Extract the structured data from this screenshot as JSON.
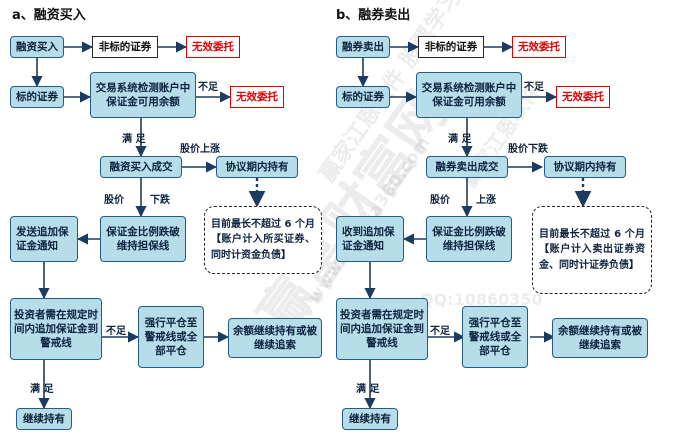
{
  "watermark": {
    "brand": "赢富财富网",
    "wm_top": "赢家江恩软件 股票学习网",
    "wm_right": "赢家江恩软件",
    "url": "www.yingjia360.com",
    "qq": "QQ:10860350"
  },
  "a": {
    "title": "a、融资买入",
    "n1": "融资买入",
    "n2": "非标的证券",
    "n3": "无效委托",
    "n4": "标的证券",
    "n5": "交易系统检测账户中保证金可用余额",
    "n6": "无效委托",
    "n7": "融资买入成交",
    "n8": "协议期内持有",
    "n9": "目前最长不超过 6 个月【账户计入所买证券、同时计资金负债】",
    "n10": "保证金比例跌破维持担保线",
    "n11": "发送追加保证金通知",
    "n12": "投资者需在规定时间内追加保证金到警戒线",
    "n13": "强行平仓至警戒线或全部平仓",
    "n14": "余额继续持有或被继续追索",
    "n15": "继续持有",
    "l_bz": "不足",
    "l_zu": "满 足",
    "l_up": "股价上涨",
    "l_jia": "股价",
    "l_down": "下跌",
    "l_bz2": "不足",
    "l_zu2": "满 足"
  },
  "b": {
    "title": "b、融券卖出",
    "n1": "融券卖出",
    "n2": "非标的证券",
    "n3": "无效委托",
    "n4": "标的证券",
    "n5": "交易系统检测账户中保证金可用余额",
    "n6": "无效委托",
    "n7": "融券卖出成交",
    "n8": "协议期内持有",
    "n9": "目前最长不超过 6 个月【账户计入卖出证券资金、同时计证券负债】",
    "n10": "保证金比例跌破维持担保线",
    "n11": "收到追加保证金通知",
    "n12": "投资者需在规定时间内追加保证金到警戒线",
    "n13": "强行平仓至警戒线或全部平仓",
    "n14": "余额继续持有或被继续追索",
    "n15": "继续持有",
    "l_bz": "不足",
    "l_zu": "满 足",
    "l_up": "股价下跌",
    "l_jia": "股价",
    "l_down": "上涨",
    "l_bz2": "不足",
    "l_zu2": "满 足"
  },
  "colors": {
    "box_fill": "#b7dde8",
    "box_border": "#1d5f8a",
    "red": "#e00000",
    "arrow": "#1b3b60"
  }
}
